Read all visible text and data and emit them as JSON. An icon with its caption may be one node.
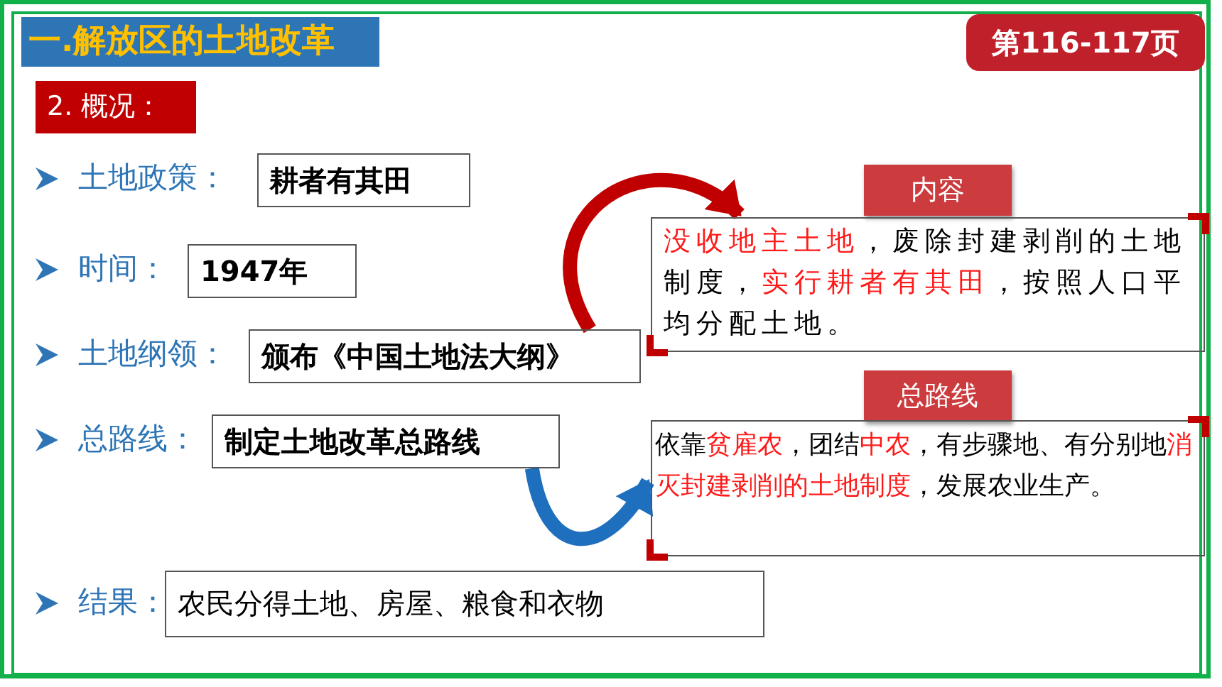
{
  "diagram": {
    "title": "一.解放区的土地改革",
    "nodes": [
      {
        "text": [
          "第116-117页"
        ]
      },
      {
        "text": [
          "2. 概况："
        ]
      },
      {
        "text": [
          "耕者有其田"
        ],
        "beside": [
          "土地政策："
        ]
      },
      {
        "text": [
          "1947年"
        ],
        "beside": [
          "时间："
        ]
      },
      {
        "text": [
          "颁布《中国土地法大纲》"
        ],
        "beside": [
          "土地纲领："
        ]
      },
      {
        "text": [
          "制定土地改革总路线"
        ],
        "beside": [
          "总路线："
        ]
      },
      {
        "text": [
          "农民分得土地、房屋、粮食和衣物"
        ],
        "beside": [
          "结果："
        ]
      },
      {
        "text": [
          "内容"
        ]
      },
      {
        "text": [
          "**没收地主土地**，废除封建剥削的土地制度，**实行耕者有其田**，按照人口平均分配土地。"
        ]
      },
      {
        "text": [
          "总路线"
        ]
      },
      {
        "text": [
          "依靠**贫雇农**，团结**中农**，有步骤地、有分别地**消灭封建剥削的土地制度**，发展农业生产。"
        ]
      }
    ],
    "edges": [
      {
        "from": 4,
        "to": 8,
        "arrow": "to",
        "color": "#c00000"
      },
      {
        "from": 5,
        "to": 10,
        "arrow": "to",
        "color": "#1f6fbf"
      }
    ]
  }
}
